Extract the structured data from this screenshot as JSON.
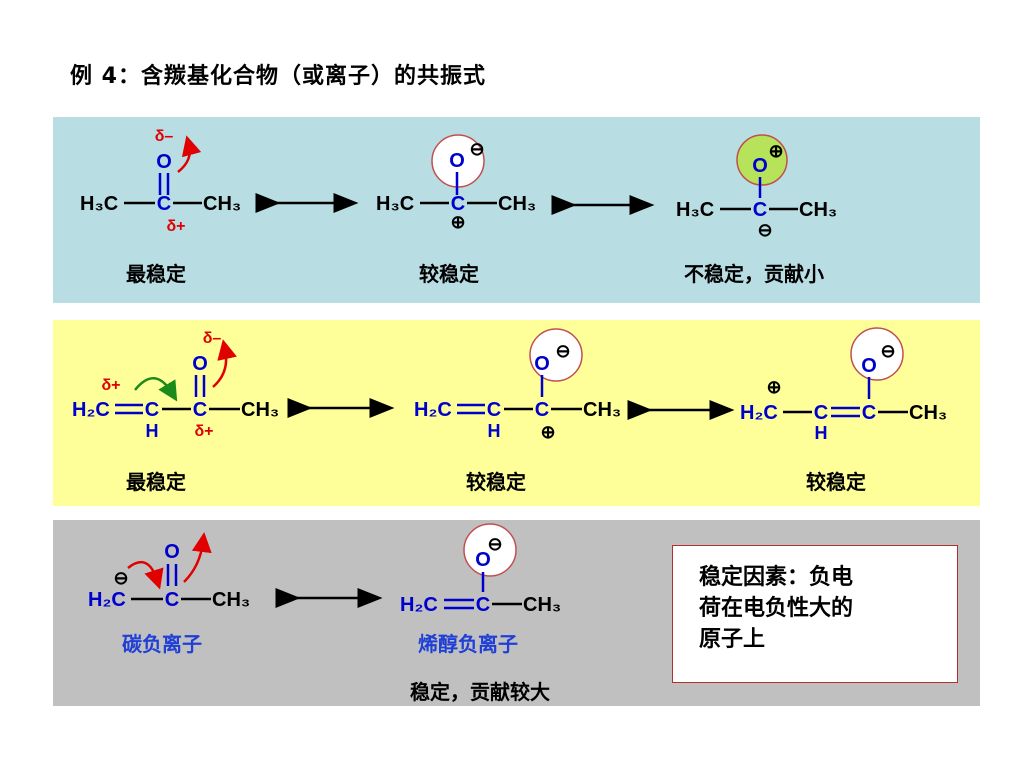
{
  "title": "例 4：含羰基化合物（或离子）的共振式",
  "colors": {
    "panel1_bg": "#b8dde3",
    "panel2_bg": "#ffff99",
    "panel3_bg": "#c0c0c0",
    "carbonyl_atom": "#0000cc",
    "partial_charge": "#e00000",
    "curved_arrow_red": "#e00000",
    "curved_arrow_green": "#1a8a1a",
    "positive_oxygen_highlight": "#b6e35a",
    "caption_blue": "#1f3fd6"
  },
  "panel1": {
    "s1": {
      "o": "O",
      "c": "C",
      "left": "H₃C",
      "right": "CH₃",
      "delta_minus": "δ–",
      "delta_plus": "δ+",
      "caption": "最稳定"
    },
    "s2": {
      "o": "O",
      "c": "C",
      "left": "H₃C",
      "right": "CH₃",
      "o_charge": "⊖",
      "c_charge": "⊕",
      "caption": "较稳定"
    },
    "s3": {
      "o": "O",
      "c": "C",
      "left": "H₃C",
      "right": "CH₃",
      "o_charge": "⊕",
      "c_charge": "⊖",
      "caption": "不稳定，贡献小"
    }
  },
  "panel2": {
    "s1": {
      "ch2": "H₂C",
      "ch": "C",
      "h": "H",
      "c": "C",
      "o": "O",
      "right": "CH₃",
      "delta_plus_ch2": "δ+",
      "delta_plus_c": "δ+",
      "delta_minus": "δ–",
      "caption": "最稳定"
    },
    "s2": {
      "ch2": "H₂C",
      "ch": "C",
      "h": "H",
      "c": "C",
      "o": "O",
      "right": "CH₃",
      "o_charge": "⊖",
      "c_charge": "⊕",
      "caption": "较稳定"
    },
    "s3": {
      "ch2": "H₂C",
      "ch": "C",
      "h": "H",
      "c": "C",
      "o": "O",
      "right": "CH₃",
      "o_charge": "⊖",
      "ch2_charge": "⊕",
      "caption": "较稳定"
    }
  },
  "panel3": {
    "s1": {
      "ch2": "H₂C",
      "c": "C",
      "o": "O",
      "right": "CH₃",
      "ch2_charge": "⊖",
      "caption": "碳负离子"
    },
    "s2": {
      "ch2": "H₂C",
      "c": "C",
      "o": "O",
      "right": "CH₃",
      "o_charge": "⊖",
      "caption": "烯醇负离子"
    },
    "caption_bottom": "稳定，贡献较大",
    "note": [
      "稳定因素：负电",
      "荷在电负性大的",
      "原子上"
    ]
  }
}
